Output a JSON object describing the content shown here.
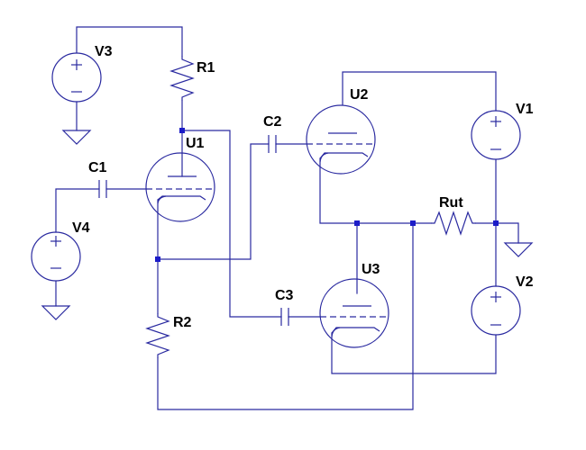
{
  "colors": {
    "wire": "#2a2aa0",
    "junction": "#1c1cc8",
    "label": "#000000",
    "background": "#ffffff"
  },
  "components": {
    "v1": "V1",
    "v2": "V2",
    "v3": "V3",
    "v4": "V4",
    "r1": "R1",
    "r2": "R2",
    "rut": "Rut",
    "c1": "C1",
    "c2": "C2",
    "c3": "C3",
    "u1": "U1",
    "u2": "U2",
    "u3": "U3"
  },
  "icons": {
    "voltage_source": "voltage-source-icon",
    "ground": "ground-icon",
    "resistor": "resistor-icon",
    "capacitor": "capacitor-icon",
    "tube": "vacuum-tube-icon"
  }
}
